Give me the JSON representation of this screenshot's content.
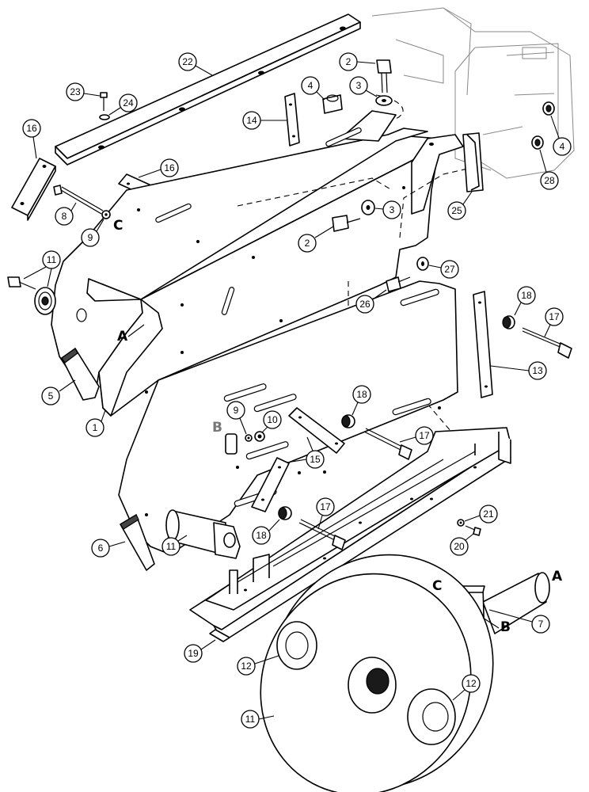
{
  "diagram": {
    "callouts": {
      "c1": "1",
      "c2a": "2",
      "c2b": "2",
      "c3a": "3",
      "c3b": "3",
      "c4a": "4",
      "c4b": "4",
      "c5": "5",
      "c6": "6",
      "c7": "7",
      "c8": "8",
      "c9a": "9",
      "c9b": "9",
      "c10": "10",
      "c11a": "11",
      "c11b": "11",
      "c11c": "11",
      "c12a": "12",
      "c12b": "12",
      "c13": "13",
      "c14": "14",
      "c15": "15",
      "c16a": "16",
      "c16b": "16",
      "c17a": "17",
      "c17b": "17",
      "c17c": "17",
      "c18a": "18",
      "c18b": "18",
      "c18c": "18",
      "c19": "19",
      "c20": "20",
      "c21": "21",
      "c22": "22",
      "c23": "23",
      "c24": "24",
      "c25": "25",
      "c26": "26",
      "c27": "27",
      "c28": "28"
    },
    "letters": {
      "A_frame": "A",
      "A_axle": "A",
      "B_plate": "B",
      "B_axle": "B",
      "C_bolt": "C",
      "C_axle": "C"
    }
  }
}
